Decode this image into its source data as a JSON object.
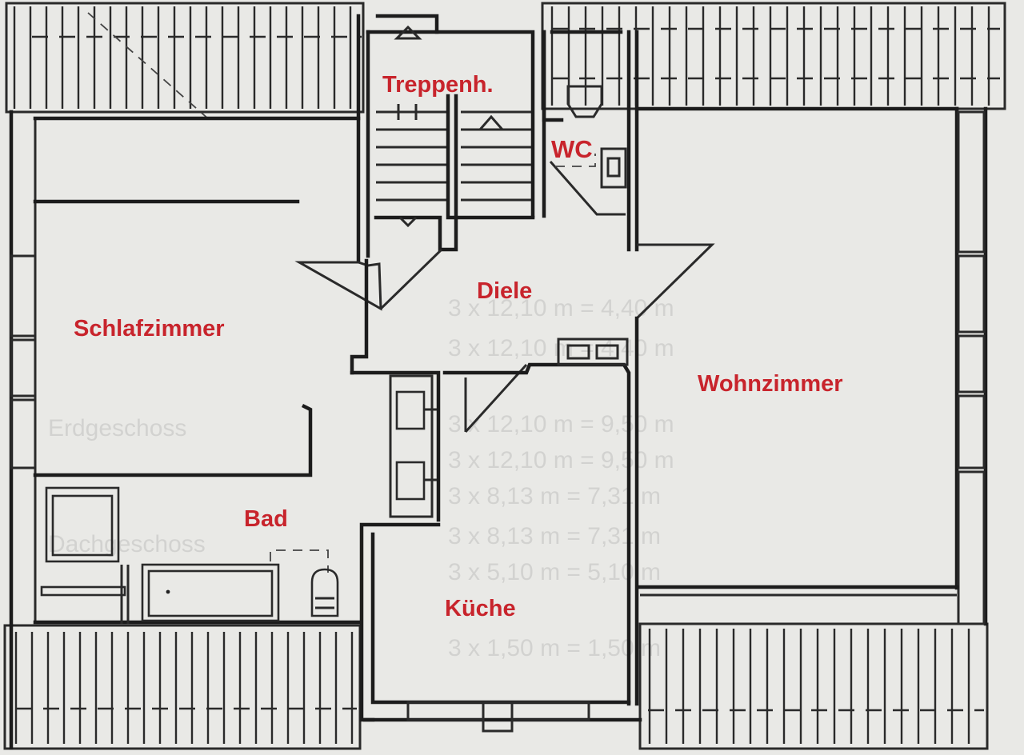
{
  "plan": {
    "rooms": [
      {
        "id": "treppenhaus",
        "label": "Treppenh."
      },
      {
        "id": "wc",
        "label": "WC"
      },
      {
        "id": "diele",
        "label": "Diele"
      },
      {
        "id": "schlafzimmer",
        "label": "Schlafzimmer"
      },
      {
        "id": "wohnzimmer",
        "label": "Wohnzimmer"
      },
      {
        "id": "bad",
        "label": "Bad"
      },
      {
        "id": "kueche",
        "label": "Küche"
      }
    ],
    "colors": {
      "label": "#c8242c",
      "wall": "#1c1c1c",
      "paper": "#e9e9e6"
    }
  }
}
